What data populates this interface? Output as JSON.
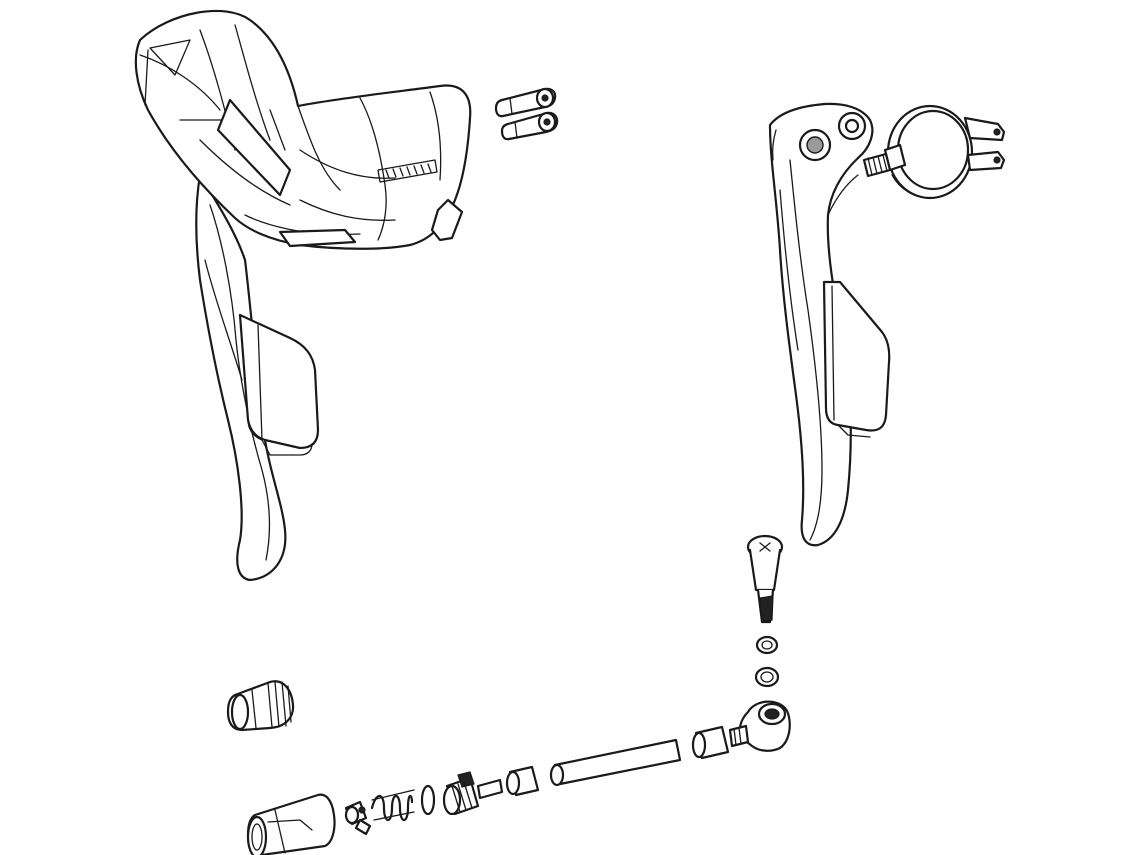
{
  "diagram": {
    "type": "exploded-parts-view",
    "background": "#ffffff",
    "line_color": "#1a1a1a",
    "parts": [
      {
        "name": "shifter-hood-body"
      },
      {
        "name": "hood-pins"
      },
      {
        "name": "brake-lever-blade"
      },
      {
        "name": "clamp-band"
      },
      {
        "name": "pivot-bolt"
      },
      {
        "name": "washers"
      },
      {
        "name": "banjo-fitting"
      },
      {
        "name": "hose-barb"
      },
      {
        "name": "hose-segment"
      },
      {
        "name": "compression-nut"
      },
      {
        "name": "piston-assembly"
      },
      {
        "name": "reservoir-cylinder"
      }
    ]
  }
}
